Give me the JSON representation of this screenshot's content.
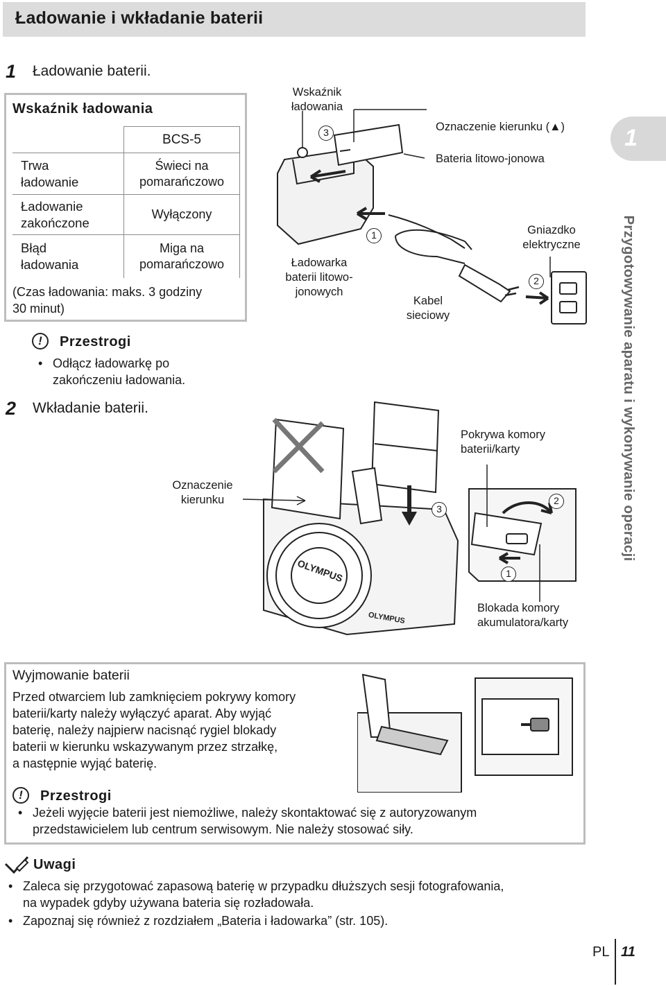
{
  "header": {
    "title": "Ładowanie i wkładanie baterii"
  },
  "step1": {
    "number": "1",
    "text": "Ładowanie baterii."
  },
  "charge_box": {
    "title": "Wskaźnik ładowania",
    "column_header": "BCS-5",
    "rows": [
      {
        "state_l1": "Trwa",
        "state_l2": "ładowanie",
        "ind_l1": "Świeci na",
        "ind_l2": "pomarańczowo"
      },
      {
        "state_l1": "Ładowanie",
        "state_l2": "zakończone",
        "ind_l1": "Wyłączony",
        "ind_l2": ""
      },
      {
        "state_l1": "Błąd",
        "state_l2": "ładowania",
        "ind_l1": "Miga na",
        "ind_l2": "pomarańczowo"
      }
    ],
    "note_l1": "(Czas ładowania: maks. 3 godziny",
    "note_l2": "30 minut)"
  },
  "caution1": {
    "icon": "caution-icon",
    "title": "Przestrogi",
    "bullet_l1": "Odłącz ładowarkę po",
    "bullet_l2": "zakończeniu ładowania."
  },
  "step2": {
    "number": "2",
    "text": "Wkładanie baterii."
  },
  "diagram1": {
    "indicator_l1": "Wskaźnik",
    "indicator_l2": "ładowania",
    "direction_mark": "Oznaczenie kierunku (▲)",
    "li_battery": "Bateria litowo-jonowa",
    "outlet_l1": "Gniazdko",
    "outlet_l2": "elektryczne",
    "charger_l1": "Ładowarka",
    "charger_l2": "baterii litowo-",
    "charger_l3": "jonowych",
    "cable_l1": "Kabel",
    "cable_l2": "sieciowy",
    "step_marks": [
      "1",
      "2",
      "3"
    ]
  },
  "diagram2": {
    "direction_l1": "Oznaczenie",
    "direction_l2": "kierunku",
    "cover_l1": "Pokrywa komory",
    "cover_l2": "baterii/karty",
    "lock_l1": "Blokada komory",
    "lock_l2": "akumulatora/karty",
    "brand": "OLYMPUS",
    "step_marks": [
      "1",
      "2",
      "3"
    ]
  },
  "side_tab": {
    "number": "1",
    "text": "Przygotowywanie aparatu i wykonywanie operacji"
  },
  "removal_box": {
    "title": "Wyjmowanie baterii",
    "lines": [
      "Przed otwarciem lub zamknięciem pokrywy komory",
      "baterii/karty należy wyłączyć aparat. Aby wyjąć",
      "baterię, należy najpierw nacisnąć rygiel blokady",
      "baterii w kierunku wskazywanym przez strzałkę,",
      "a następnie wyjąć baterię."
    ],
    "caution_title": "Przestrogi",
    "caution_l1": "Jeżeli wyjęcie baterii jest niemożliwe, należy skontaktować się z autoryzowanym",
    "caution_l2": "przedstawicielem lub centrum serwisowym. Nie należy stosować siły."
  },
  "notes": {
    "icon": "pencil-note-icon",
    "title": "Uwagi",
    "b1_l1": "Zaleca się przygotować zapasową baterię w przypadku dłuższych sesji fotografowania,",
    "b1_l2": "na wypadek gdyby używana bateria się rozładowała.",
    "b2": "Zapoznaj się również z rozdziałem „Bateria i ładowarka” (str. 105)."
  },
  "footer": {
    "lang": "PL",
    "page": "11"
  }
}
